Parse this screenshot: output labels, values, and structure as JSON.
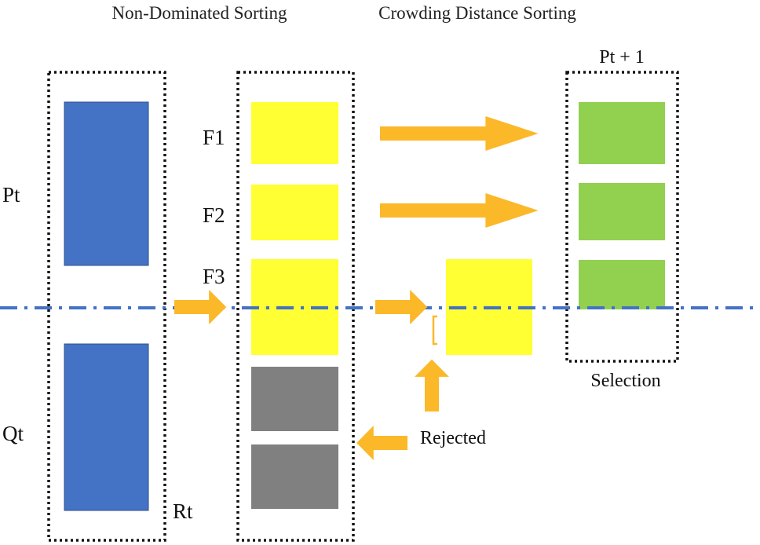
{
  "headings": {
    "non_dominated": "Non-Dominated Sorting",
    "crowding": "Crowding Distance Sorting"
  },
  "labels": {
    "pt": "Pt",
    "qt": "Qt",
    "rt": "Rt",
    "f1": "F1",
    "f2": "F2",
    "f3": "F3",
    "pt_plus_1": "Pt + 1",
    "selection": "Selection",
    "rejected": "Rejected"
  },
  "colors": {
    "blue_block": "#4472c4",
    "yellow_block": "#ffff33",
    "gray_block": "#808080",
    "green_block": "#92d050",
    "arrow": "#fbb829",
    "divider_line": "#4472c4",
    "box_border": "#111111"
  }
}
